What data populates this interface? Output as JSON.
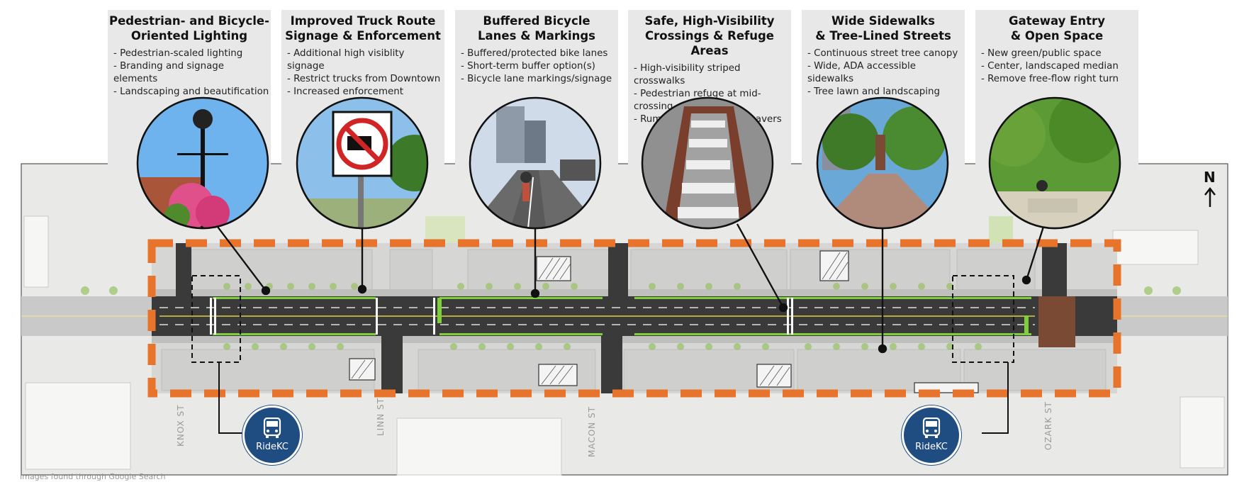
{
  "cards": [
    {
      "title1": "Pedestrian- and Bicycle-",
      "title2": "Oriented Lighting",
      "items": [
        "Pedestrian-scaled lighting",
        "Branding and signage elements",
        "Landscaping and beautification"
      ]
    },
    {
      "title1": "Improved Truck Route",
      "title2": "Signage & Enforcement",
      "items": [
        "Additional high visiblity signage",
        "Restrict trucks from Downtown",
        "Increased enforcement"
      ]
    },
    {
      "title1": "Buffered Bicycle",
      "title2": "Lanes & Markings",
      "items": [
        "Buffered/protected bike lanes",
        "Short-term buffer option(s)",
        "Bicycle lane markings/signage"
      ]
    },
    {
      "title1": "Safe, High-Visibility",
      "title2": "Crossings & Refuge Areas",
      "items": [
        "High-visibility striped crosswalks",
        "Pedestrian refuge at mid-crossing",
        "Rumble strips/warning pavers"
      ]
    },
    {
      "title1": "Wide Sidewalks",
      "title2": "& Tree-Lined Streets",
      "items": [
        "Continuous street tree canopy",
        "Wide, ADA accessible sidewalks",
        "Tree lawn and landscaping"
      ]
    },
    {
      "title1": "Gateway Entry",
      "title2": "& Open Space",
      "items": [
        "New green/public space",
        "Center, landscaped median",
        "Remove free-flow right turn"
      ]
    }
  ],
  "streets": [
    "KNOX ST",
    "LINN ST",
    "MACON ST",
    "OZARK ST"
  ],
  "bus_stops": [
    {
      "label": "RideKC"
    },
    {
      "label": "RideKC"
    }
  ],
  "north_label": "N",
  "credit": "Images found through Google Search",
  "colors": {
    "card_bg": "#e8e8e8",
    "project_boundary": "#e8742c",
    "road": "#3a3a3a",
    "bus_brand": "#1f4d82",
    "bike_lane": "#7fcf3a"
  },
  "icons": [
    "lamp-post-photo",
    "no-truck-sign-photo",
    "bike-lane-photo",
    "crosswalk-photo",
    "sidewalk-photo",
    "plaza-photo",
    "bus-icon",
    "north-arrow-icon"
  ]
}
